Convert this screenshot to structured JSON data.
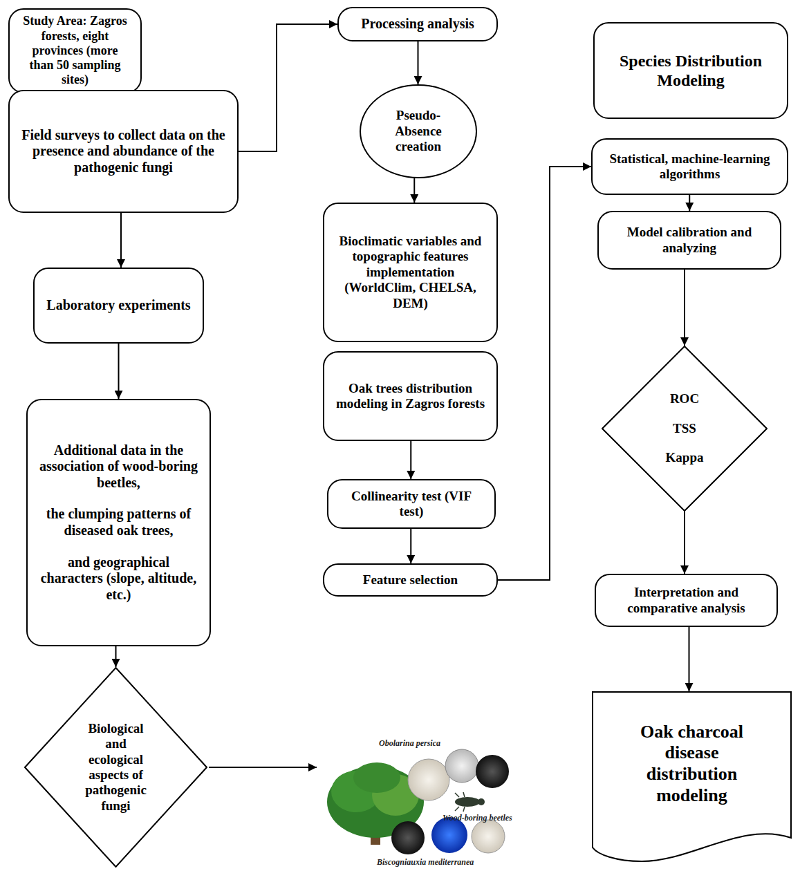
{
  "diagram": {
    "nodes": [
      {
        "text": [
          "Study Area: Zagros forests, eight provinces (more than 50 sampling sites)"
        ]
      },
      {
        "text": [
          "Field surveys to collect data on the presence and abundance of the pathogenic fungi"
        ]
      },
      {
        "text": [
          "Laboratory experiments"
        ]
      },
      {
        "text": [
          "Additional data in the association of wood-boring beetles,",
          "the clumping patterns of diseased oak trees,",
          "and geographical characters (slope, altitude, etc.)"
        ]
      },
      {
        "text": [
          "Biological and ecological aspects of pathogenic fungi"
        ]
      },
      {
        "text": [
          "Processing analysis"
        ]
      },
      {
        "text": [
          "Pseudo-Absence creation"
        ]
      },
      {
        "text": [
          "Bioclimatic variables and topographic features implementation (WorldClim, CHELSA, DEM)"
        ]
      },
      {
        "text": [
          "Oak trees distribution modeling in Zagros forests"
        ]
      },
      {
        "text": [
          "Collinearity test (VIF test)"
        ]
      },
      {
        "text": [
          "Feature selection"
        ]
      },
      {
        "text": [
          "Species Distribution Modeling"
        ]
      },
      {
        "text": [
          "Statistical, machine-learning algorithms"
        ]
      },
      {
        "text": [
          "Model calibration and analyzing"
        ]
      },
      {
        "text": [
          "ROC",
          "TSS",
          "Kappa"
        ]
      },
      {
        "text": [
          "Interpretation and comparative analysis"
        ]
      },
      {
        "text": [
          "Oak charcoal disease distribution modeling"
        ]
      }
    ],
    "edges": [
      {
        "from": 1,
        "to": 5,
        "arrow": "to"
      },
      {
        "from": 1,
        "to": 2,
        "arrow": "to"
      },
      {
        "from": 2,
        "to": 3,
        "arrow": "to"
      },
      {
        "from": 3,
        "to": 4,
        "arrow": "to"
      },
      {
        "from": 5,
        "to": 6,
        "arrow": "to"
      },
      {
        "from": 6,
        "to": 7,
        "arrow": "to"
      },
      {
        "from": 8,
        "to": 9,
        "arrow": "to"
      },
      {
        "from": 9,
        "to": 10,
        "arrow": "to"
      },
      {
        "from": 10,
        "to": 12,
        "arrow": "to"
      },
      {
        "from": 12,
        "to": 13,
        "arrow": "to"
      },
      {
        "from": 13,
        "to": 14,
        "arrow": "to"
      },
      {
        "from": 14,
        "to": 15,
        "arrow": "to"
      },
      {
        "from": 15,
        "to": 16,
        "arrow": "to"
      }
    ],
    "labels": [
      "Obolarina persica",
      "Wood-boring beetles",
      "Biscogniauxia mediterranea"
    ]
  }
}
